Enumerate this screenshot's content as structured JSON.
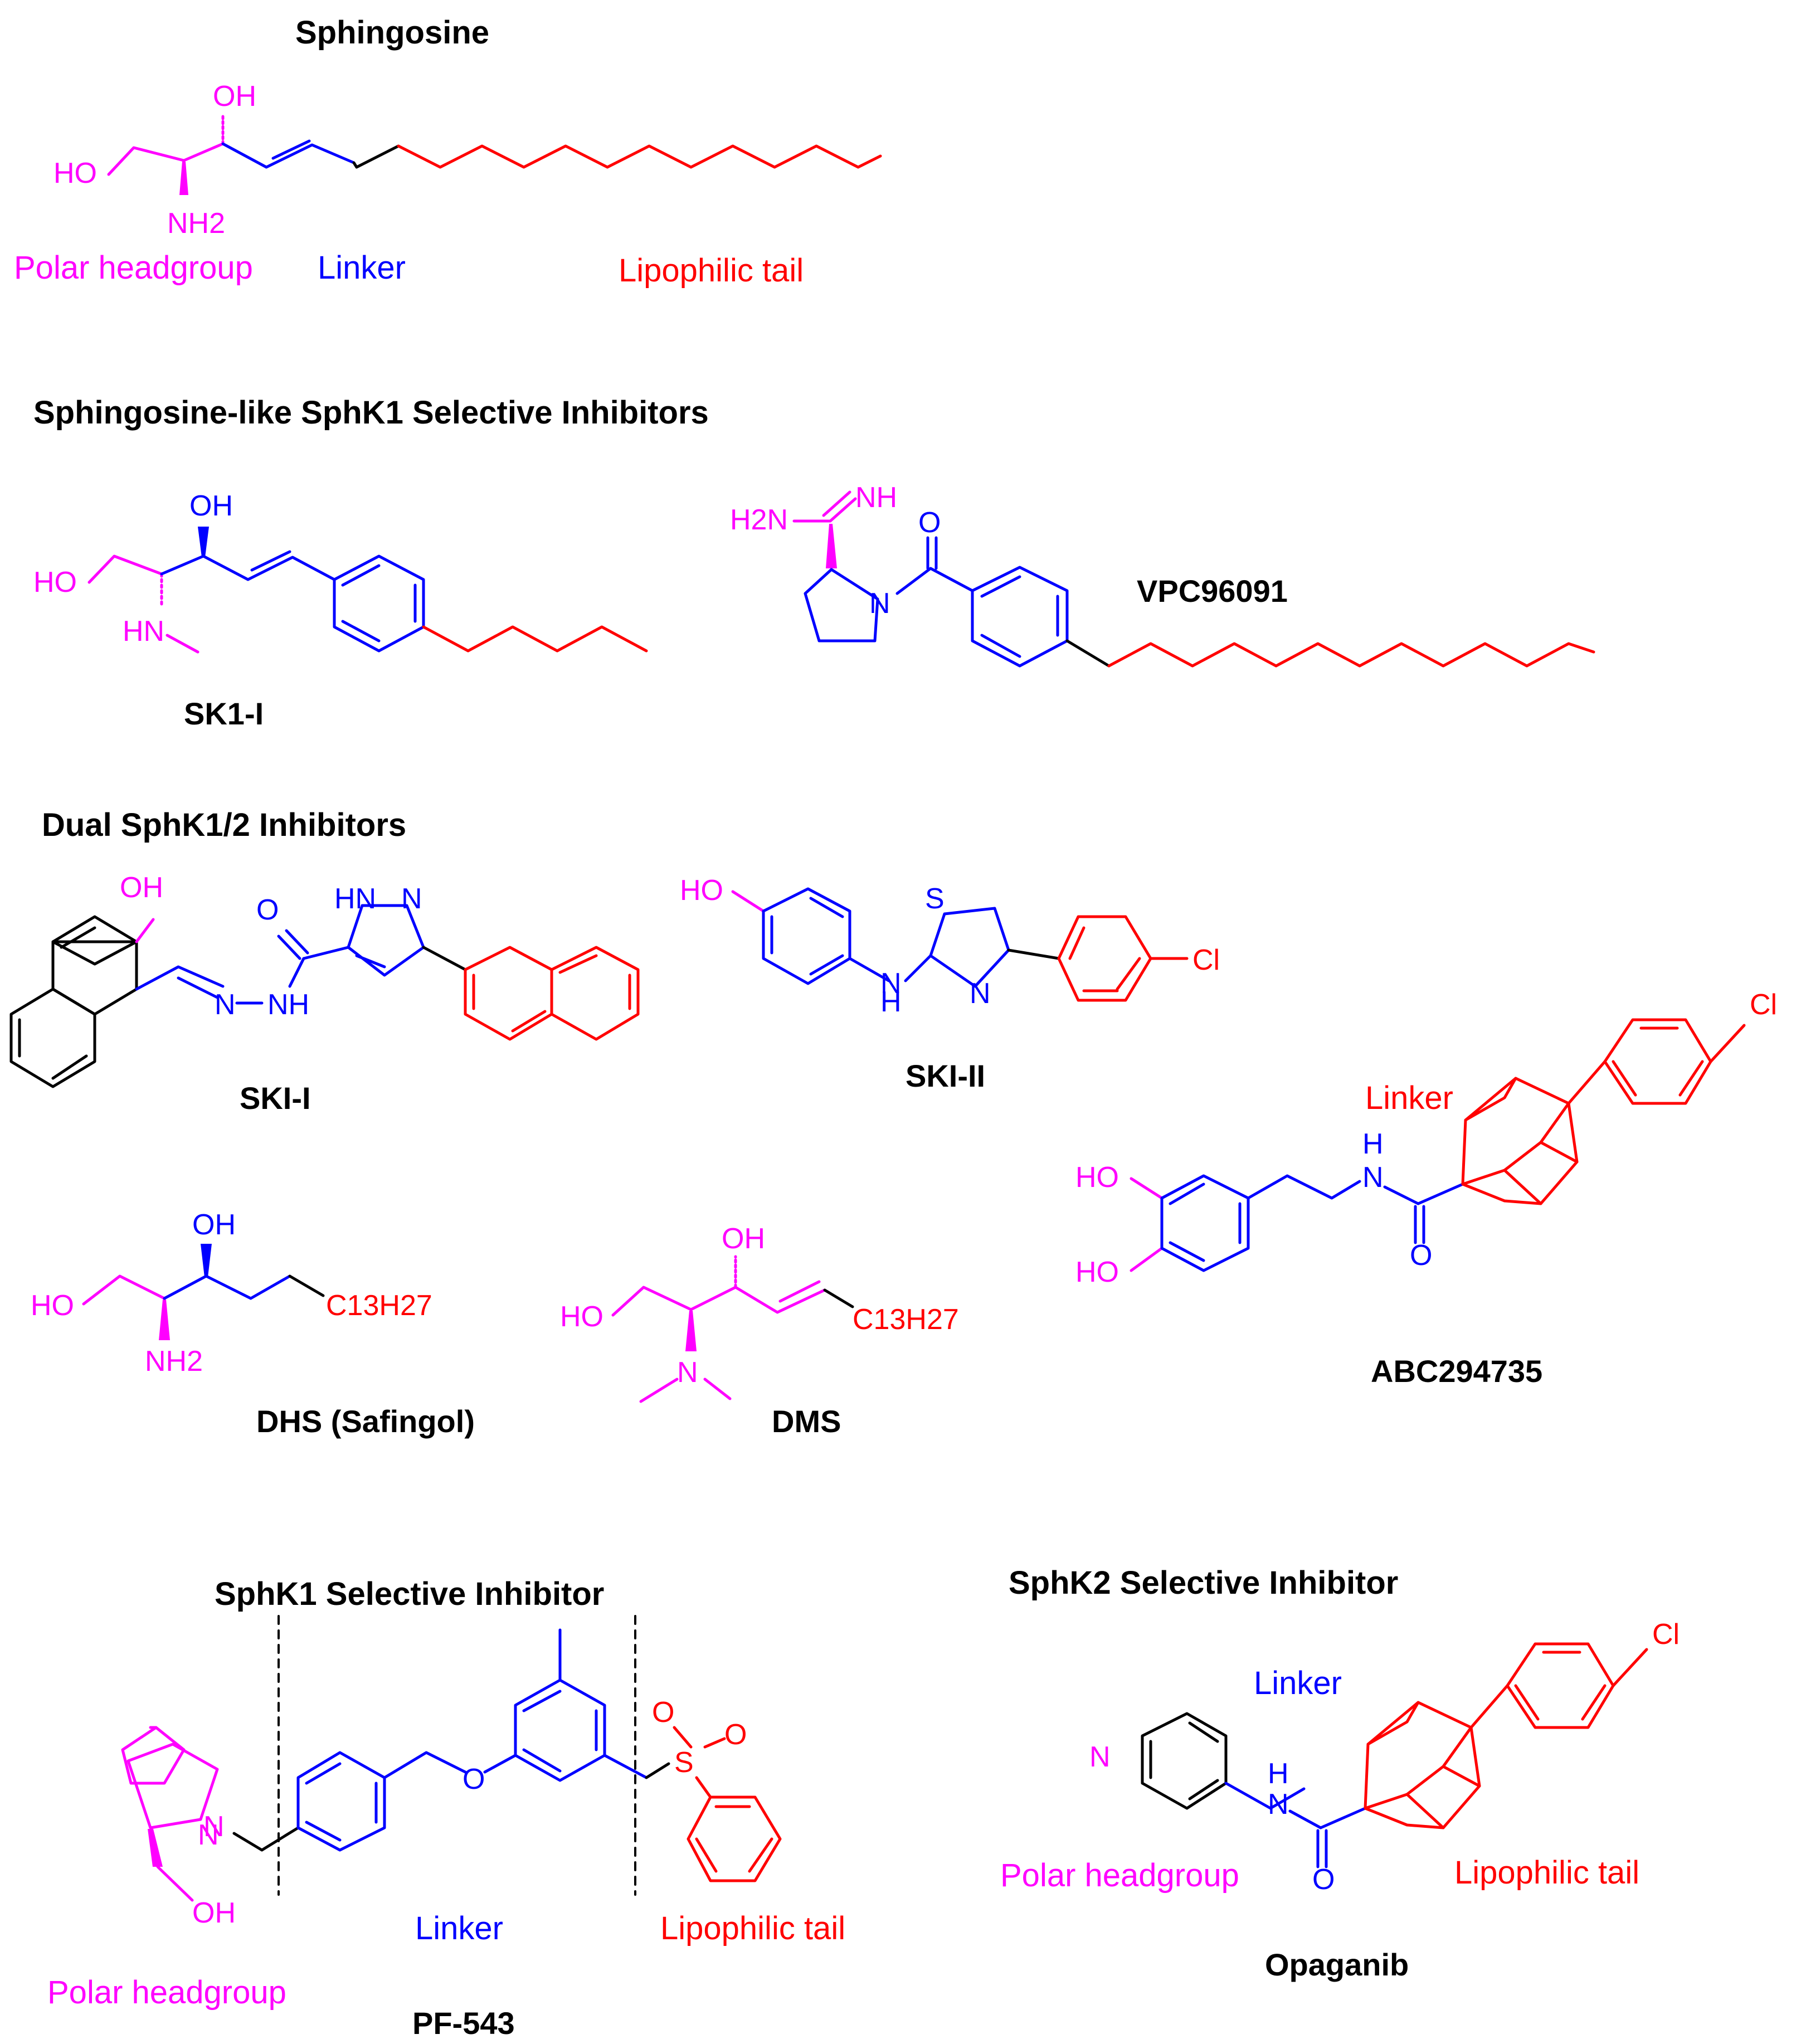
{
  "colors": {
    "polar_headgroup": "#ff00ff",
    "linker": "#0000ff",
    "lipophilic_tail": "#ff0000",
    "core": "#000000"
  },
  "sphingosine": {
    "title": "Sphingosine",
    "atoms": {
      "oh": "OH",
      "ho": "HO",
      "nh2": "NH2"
    },
    "labels": {
      "polar": "Polar headgroup",
      "linker": "Linker",
      "tail": "Lipophilic tail"
    }
  },
  "section_sphk1_like": {
    "title": "Sphingosine-like SphK1 Selective Inhibitors",
    "sk1i": {
      "name": "SK1-I",
      "atoms": {
        "oh": "OH",
        "ho": "HO",
        "hn": "HN"
      }
    },
    "vpc": {
      "name": "VPC96091",
      "atoms": {
        "h2n": "H2N",
        "nh": "NH",
        "o": "O",
        "n": "N"
      }
    }
  },
  "section_dual": {
    "title": "Dual SphK1/2 Inhibitors",
    "skii": {
      "name": "SKI-I",
      "atoms": {
        "oh": "OH",
        "o": "O",
        "hn_n": "HN",
        "n_ring": "N",
        "n_hydrazone": "N",
        "nh": "NH"
      }
    },
    "skiii": {
      "name": "SKI-II",
      "atoms": {
        "ho": "HO",
        "s": "S",
        "n": "N",
        "h": "H",
        "nh_n": "N",
        "cl": "Cl"
      }
    },
    "abc": {
      "name": "ABC294735",
      "atoms": {
        "ho1": "HO",
        "ho2": "HO",
        "h": "H",
        "n": "N",
        "o": "O",
        "cl": "Cl"
      },
      "label_linker": "Linker"
    },
    "dhs": {
      "name": "DHS (Safingol)",
      "atoms": {
        "oh": "OH",
        "ho": "HO",
        "nh2": "NH2",
        "chain": "C13H27"
      }
    },
    "dms": {
      "name": "DMS",
      "atoms": {
        "oh": "OH",
        "ho": "HO",
        "n": "N",
        "chain": "C13H27"
      }
    }
  },
  "section_sphk1_sel": {
    "title": "SphK1 Selective Inhibitor",
    "pf": {
      "name": "PF-543",
      "atoms": {
        "n": "N",
        "oh": "OH",
        "o": "O",
        "s": "S",
        "o1": "O",
        "o2": "O"
      },
      "labels": {
        "polar": "Polar headgroup",
        "linker": "Linker",
        "tail": "Lipophilic tail"
      }
    }
  },
  "section_sphk2_sel": {
    "title": "SphK2 Selective Inhibitor",
    "opaganib": {
      "name": "Opaganib",
      "atoms": {
        "n_pyr": "N",
        "h": "H",
        "n": "N",
        "o": "O",
        "cl": "Cl"
      },
      "labels": {
        "linker": "Linker",
        "polar": "Polar headgroup",
        "tail": "Lipophilic tail"
      }
    }
  }
}
